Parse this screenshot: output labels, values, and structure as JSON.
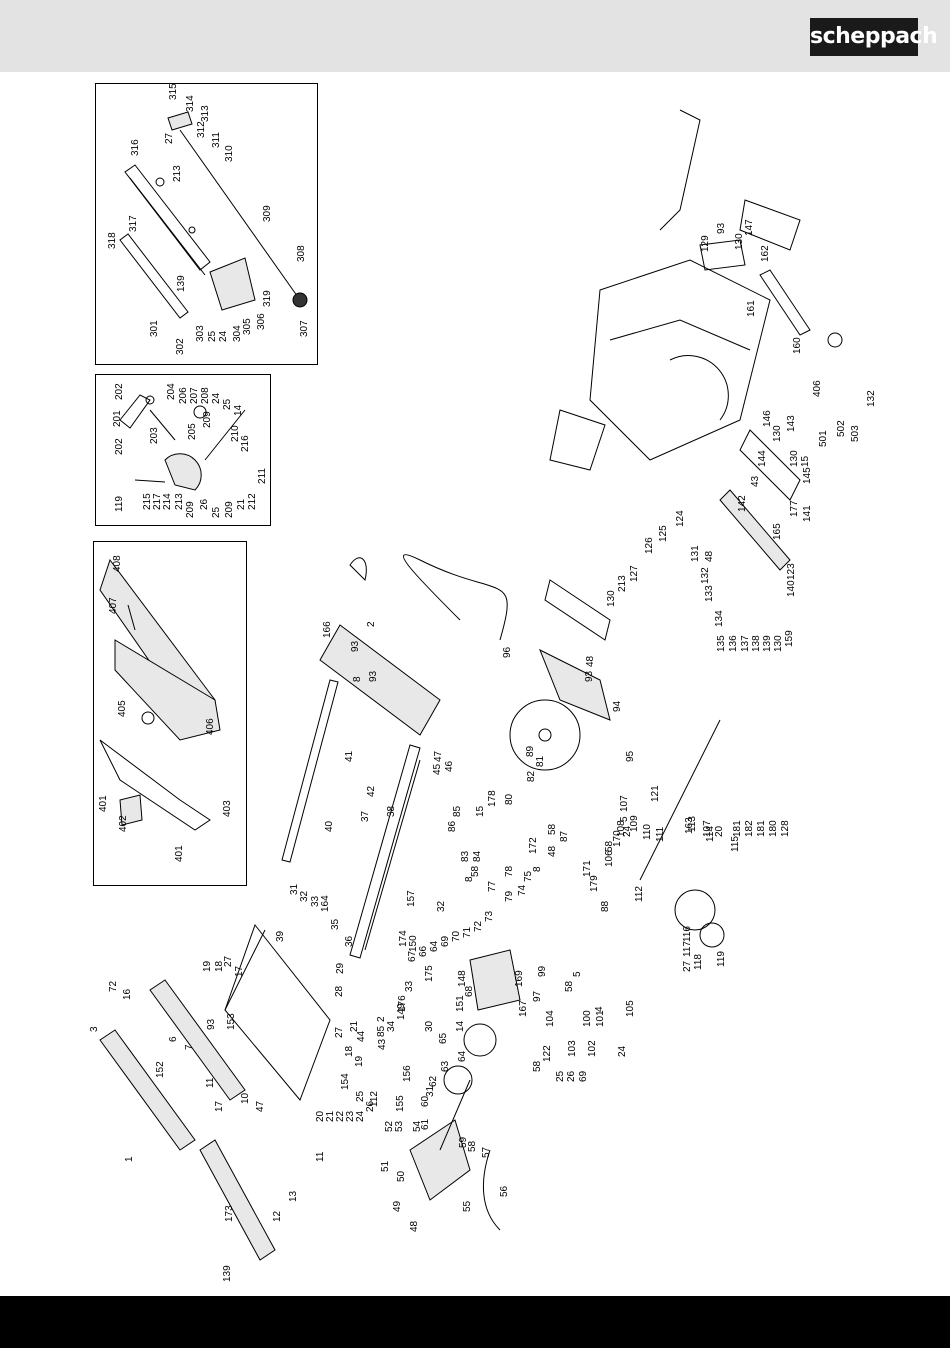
{
  "header": {
    "brand": "scheppach"
  },
  "colors": {
    "header_bg": "#e3e3e3",
    "footer_bg": "#000000",
    "logo_bg": "#1a1a1a",
    "logo_text": "#ffffff"
  },
  "panels": {
    "guide_rail": {
      "labels": [
        "315",
        "314",
        "313",
        "312",
        "311",
        "310",
        "27",
        "316",
        "213",
        "309",
        "317",
        "318",
        "308",
        "139",
        "319",
        "307",
        "301",
        "302",
        "303",
        "25",
        "24",
        "304",
        "305",
        "306"
      ]
    },
    "blade_guard": {
      "labels": [
        "202",
        "204",
        "206",
        "207",
        "208",
        "24",
        "25",
        "14",
        "201",
        "203",
        "205",
        "209",
        "210",
        "216",
        "211",
        "202",
        "119",
        "215",
        "217",
        "214",
        "213",
        "209",
        "26",
        "25",
        "209",
        "212",
        "21"
      ]
    },
    "riving_guard": {
      "labels": [
        "408",
        "407",
        "405",
        "406",
        "401",
        "402",
        "403",
        "401"
      ]
    }
  },
  "main": {
    "labels": [
      "72",
      "16",
      "3",
      "1",
      "6",
      "7",
      "152",
      "93",
      "153",
      "19",
      "18",
      "27",
      "17",
      "17",
      "11",
      "10",
      "47",
      "11",
      "13",
      "12",
      "173",
      "139",
      "20",
      "21",
      "22",
      "23",
      "24",
      "25",
      "26",
      "31",
      "32",
      "33",
      "164",
      "35",
      "36",
      "28",
      "29",
      "2",
      "34",
      "21",
      "27",
      "18",
      "19",
      "154",
      "112",
      "155",
      "156",
      "52",
      "53",
      "54",
      "51",
      "50",
      "49",
      "48",
      "55",
      "56",
      "57",
      "58",
      "59",
      "61",
      "60",
      "62",
      "63",
      "64",
      "31",
      "65",
      "30",
      "176",
      "175",
      "33",
      "32",
      "150",
      "174",
      "149",
      "148",
      "151",
      "85",
      "43",
      "44",
      "37",
      "39",
      "40",
      "41",
      "42",
      "38",
      "157",
      "45",
      "46",
      "47",
      "166",
      "93",
      "2",
      "8",
      "93",
      "96",
      "89",
      "94",
      "93",
      "48",
      "95",
      "80",
      "81",
      "82",
      "178",
      "15",
      "85",
      "86",
      "84",
      "83",
      "58",
      "8",
      "77",
      "78",
      "79",
      "172",
      "48",
      "24",
      "171",
      "170",
      "106",
      "58",
      "5",
      "107",
      "108",
      "109",
      "110",
      "111",
      "112",
      "113",
      "114",
      "115",
      "116",
      "117",
      "118",
      "119",
      "27",
      "88",
      "179",
      "87",
      "58",
      "8",
      "75",
      "74",
      "73",
      "72",
      "71",
      "70",
      "69",
      "64",
      "66",
      "67",
      "68",
      "14",
      "169",
      "167",
      "58",
      "5",
      "97",
      "99",
      "4",
      "100",
      "101",
      "105",
      "104",
      "103",
      "102",
      "24",
      "25",
      "26",
      "69",
      "58",
      "122",
      "121",
      "163",
      "107",
      "20",
      "181",
      "182",
      "181",
      "180",
      "128",
      "129",
      "93",
      "130",
      "147",
      "162",
      "161",
      "160",
      "406",
      "501",
      "502",
      "503",
      "132",
      "146",
      "130",
      "143",
      "130",
      "15",
      "145",
      "43",
      "144",
      "142",
      "177",
      "141",
      "165",
      "140",
      "123",
      "124",
      "125",
      "126",
      "127",
      "213",
      "130",
      "131",
      "48",
      "132",
      "133",
      "134",
      "135",
      "136",
      "137",
      "138",
      "139",
      "130",
      "159"
    ]
  }
}
